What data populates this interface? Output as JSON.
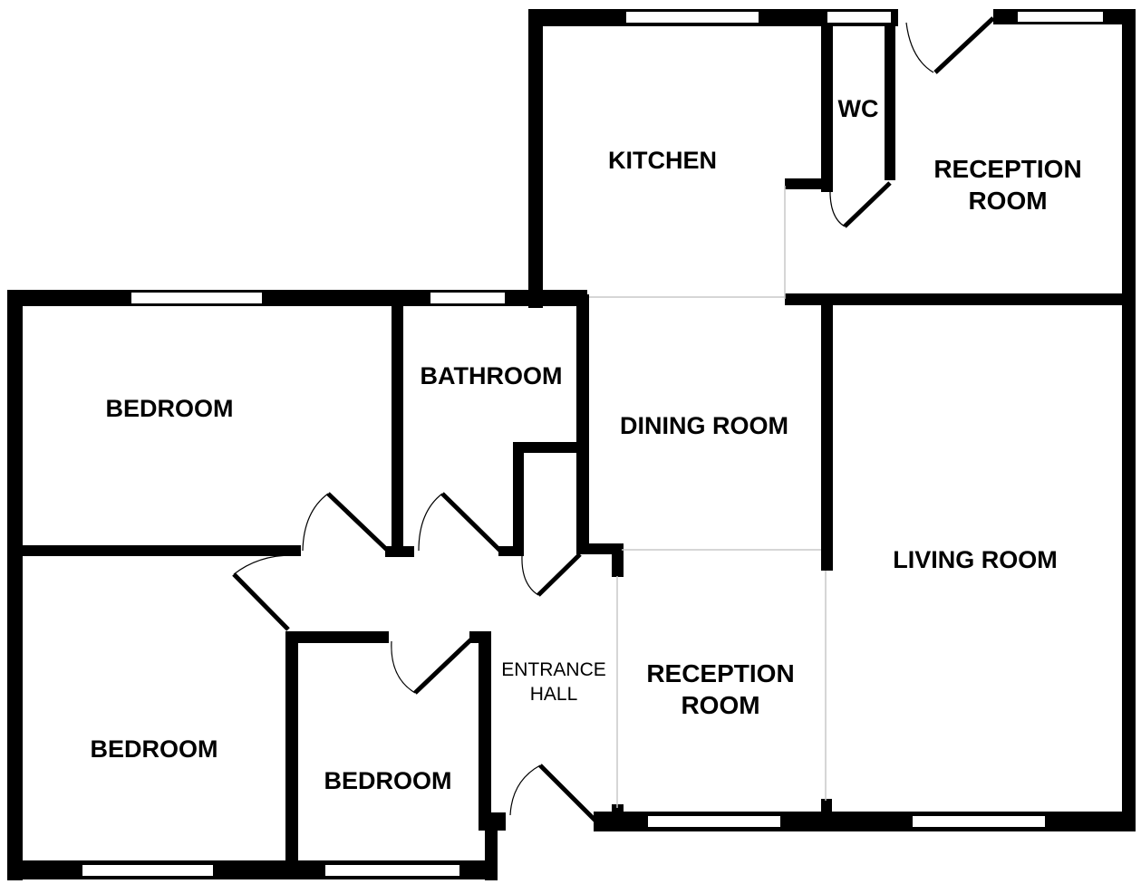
{
  "rooms": {
    "kitchen": "KITCHEN",
    "wc": "WC",
    "reception_room_top": {
      "line1": "RECEPTION",
      "line2": "ROOM"
    },
    "bedroom_top_left": "BEDROOM",
    "bathroom": "BATHROOM",
    "dining_room": "DINING ROOM",
    "living_room": "LIVING ROOM",
    "bedroom_bottom_left": "BEDROOM",
    "bedroom_bottom_middle": "BEDROOM",
    "entrance_hall": {
      "line1": "ENTRANCE",
      "line2": "HALL"
    },
    "reception_room_bottom": {
      "line1": "RECEPTION",
      "line2": "ROOM"
    }
  },
  "colors": {
    "wall": "#000000",
    "background": "#ffffff",
    "open_partition": "#c8c8c8"
  }
}
